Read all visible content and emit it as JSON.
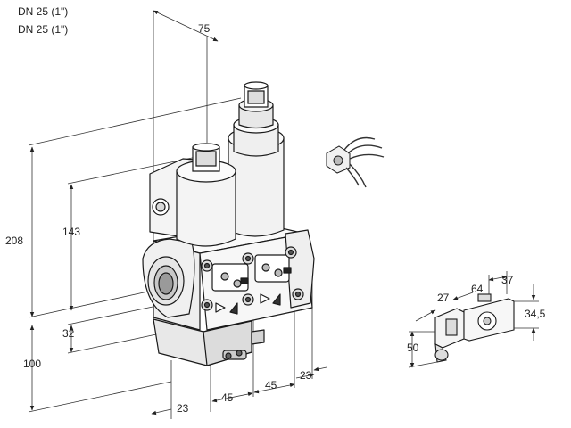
{
  "header": {
    "line1": "DN 25 (1\")",
    "line2": "DN 25 (1\")"
  },
  "dimensions": {
    "top_depth": "75",
    "overall_height": "208",
    "upper_height": "143",
    "offset_32": "32",
    "lower_height": "100",
    "width_23_left": "23",
    "spacing_45_a": "45",
    "spacing_45_b": "45",
    "width_23_right": "23"
  },
  "connector_detail": {
    "dim_27": "27",
    "dim_64": "64",
    "dim_37": "37",
    "dim_34_5": "34,5",
    "dim_50": "50"
  },
  "colors": {
    "line": "#1a1a1a",
    "body_fill": "#f4f4f4",
    "shade_fill": "#d9d9d9",
    "dark_fill": "#444444",
    "dim_line": "#333333"
  }
}
